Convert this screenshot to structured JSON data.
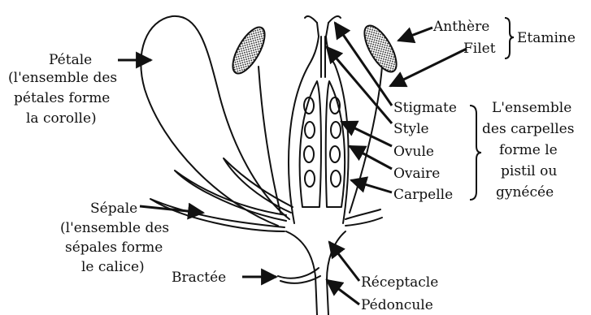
{
  "labels": {
    "petale": [
      "Pétale",
      "(l'ensemble des",
      "pétales forme",
      "la corolle)"
    ],
    "sepale": [
      "Sépale",
      "(l'ensemble des",
      "sépales forme",
      "le calice)"
    ],
    "bractee": "Bractée",
    "anthere": "Anthère",
    "filet": "Filet",
    "etamine": "Etamine",
    "stigmate": "Stigmate",
    "style": "Style",
    "ovule": "Ovule",
    "ovaire": "Ovaire",
    "carpelle": "Carpelle",
    "carpelles_group": [
      "L'ensemble",
      "des carpelles",
      "forme le",
      "pistil ou",
      "gynécée"
    ],
    "receptacle": "Réceptacle",
    "pedoncule": "Pédoncule"
  }
}
